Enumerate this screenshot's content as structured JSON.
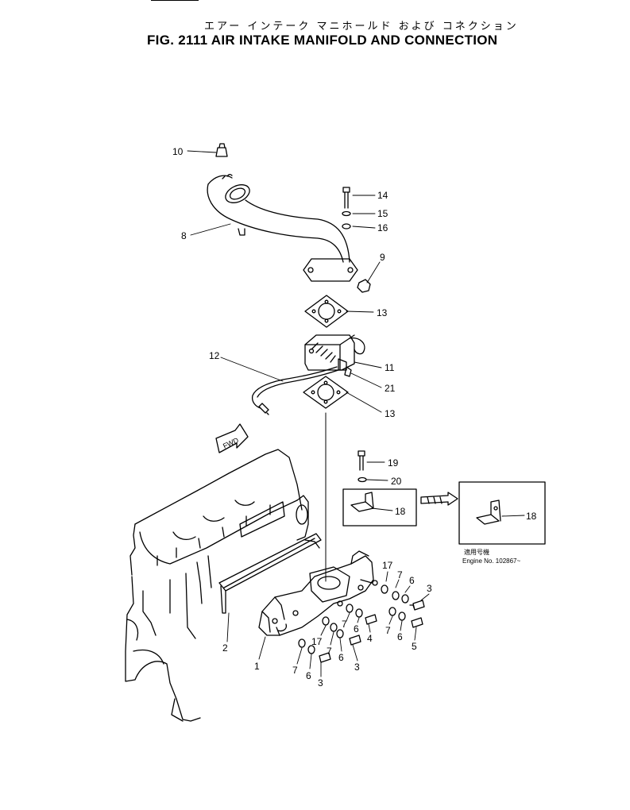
{
  "title_jp": "エアー インテーク マニホールド および コネクション",
  "title_en": "FIG. 2111  AIR INTAKE MANIFOLD AND CONNECTION",
  "fwd_label": "FWD",
  "inset": {
    "callout": "18",
    "note_jp": "適用号機",
    "note_en": "Engine  No. 102867~"
  },
  "callouts": [
    "10",
    "14",
    "15",
    "16",
    "9",
    "8",
    "13",
    "12",
    "11",
    "21",
    "13",
    "19",
    "20",
    "18",
    "17",
    "7",
    "6",
    "3",
    "6",
    "7",
    "4",
    "6",
    "5",
    "7",
    "2",
    "17",
    "7",
    "6",
    "3",
    "1",
    "7",
    "6",
    "3"
  ]
}
